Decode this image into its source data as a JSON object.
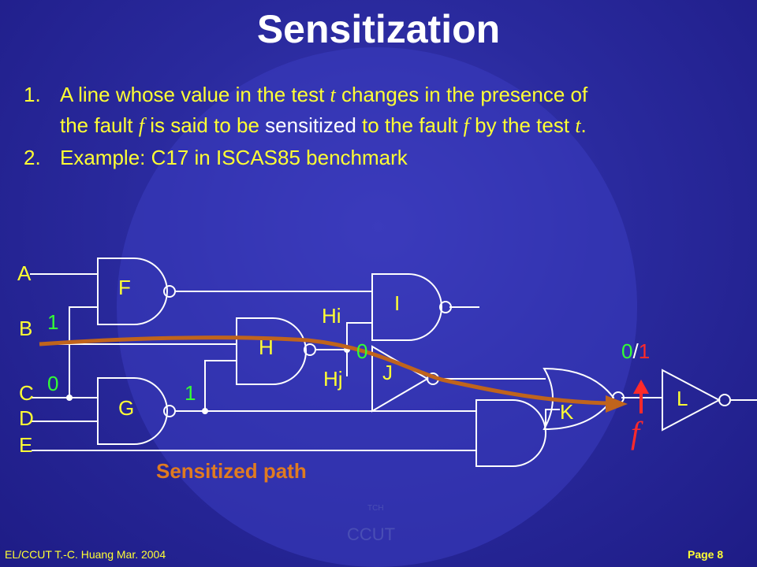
{
  "title": "Sensitization",
  "bullets": [
    {
      "num": "1.",
      "line1_a": "A line whose value in the test ",
      "line1_var": "t",
      "line1_b": " changes in the presence of",
      "line2_a": "the fault ",
      "line2_var": "f",
      "line2_b": " is said to be ",
      "line2_hl": "sensitized",
      "line2_c": " to the fault ",
      "line2_var2": "f",
      "line2_d": " by the test ",
      "line2_var3": "t",
      "line2_e": "."
    },
    {
      "num": "2.",
      "text": "Example:  C17 in ISCAS85 benchmark"
    }
  ],
  "diagram": {
    "inputs": [
      "A",
      "B",
      "C",
      "D",
      "E"
    ],
    "gates": [
      "F",
      "G",
      "H",
      "I",
      "J",
      "K",
      "L"
    ],
    "branches": [
      "Hi",
      "Hj"
    ],
    "values": {
      "b": "1",
      "c": "0",
      "g": "1",
      "hj": "0",
      "k_out_good": "0",
      "k_out_slash": "/",
      "k_out_faulty": "1"
    },
    "fault_label": "f",
    "path_label": "Sensitized path",
    "colors": {
      "wire": "#ffffff",
      "path": "#c0641c",
      "value": "#33ff33",
      "label": "#ffff33",
      "fault": "#ff2a2a"
    }
  },
  "footer": {
    "left": "EL/CCUT T.-C. Huang    Mar. 2004",
    "right": "Page  8"
  },
  "logo": {
    "text": "CCUT",
    "small": "TCH"
  }
}
